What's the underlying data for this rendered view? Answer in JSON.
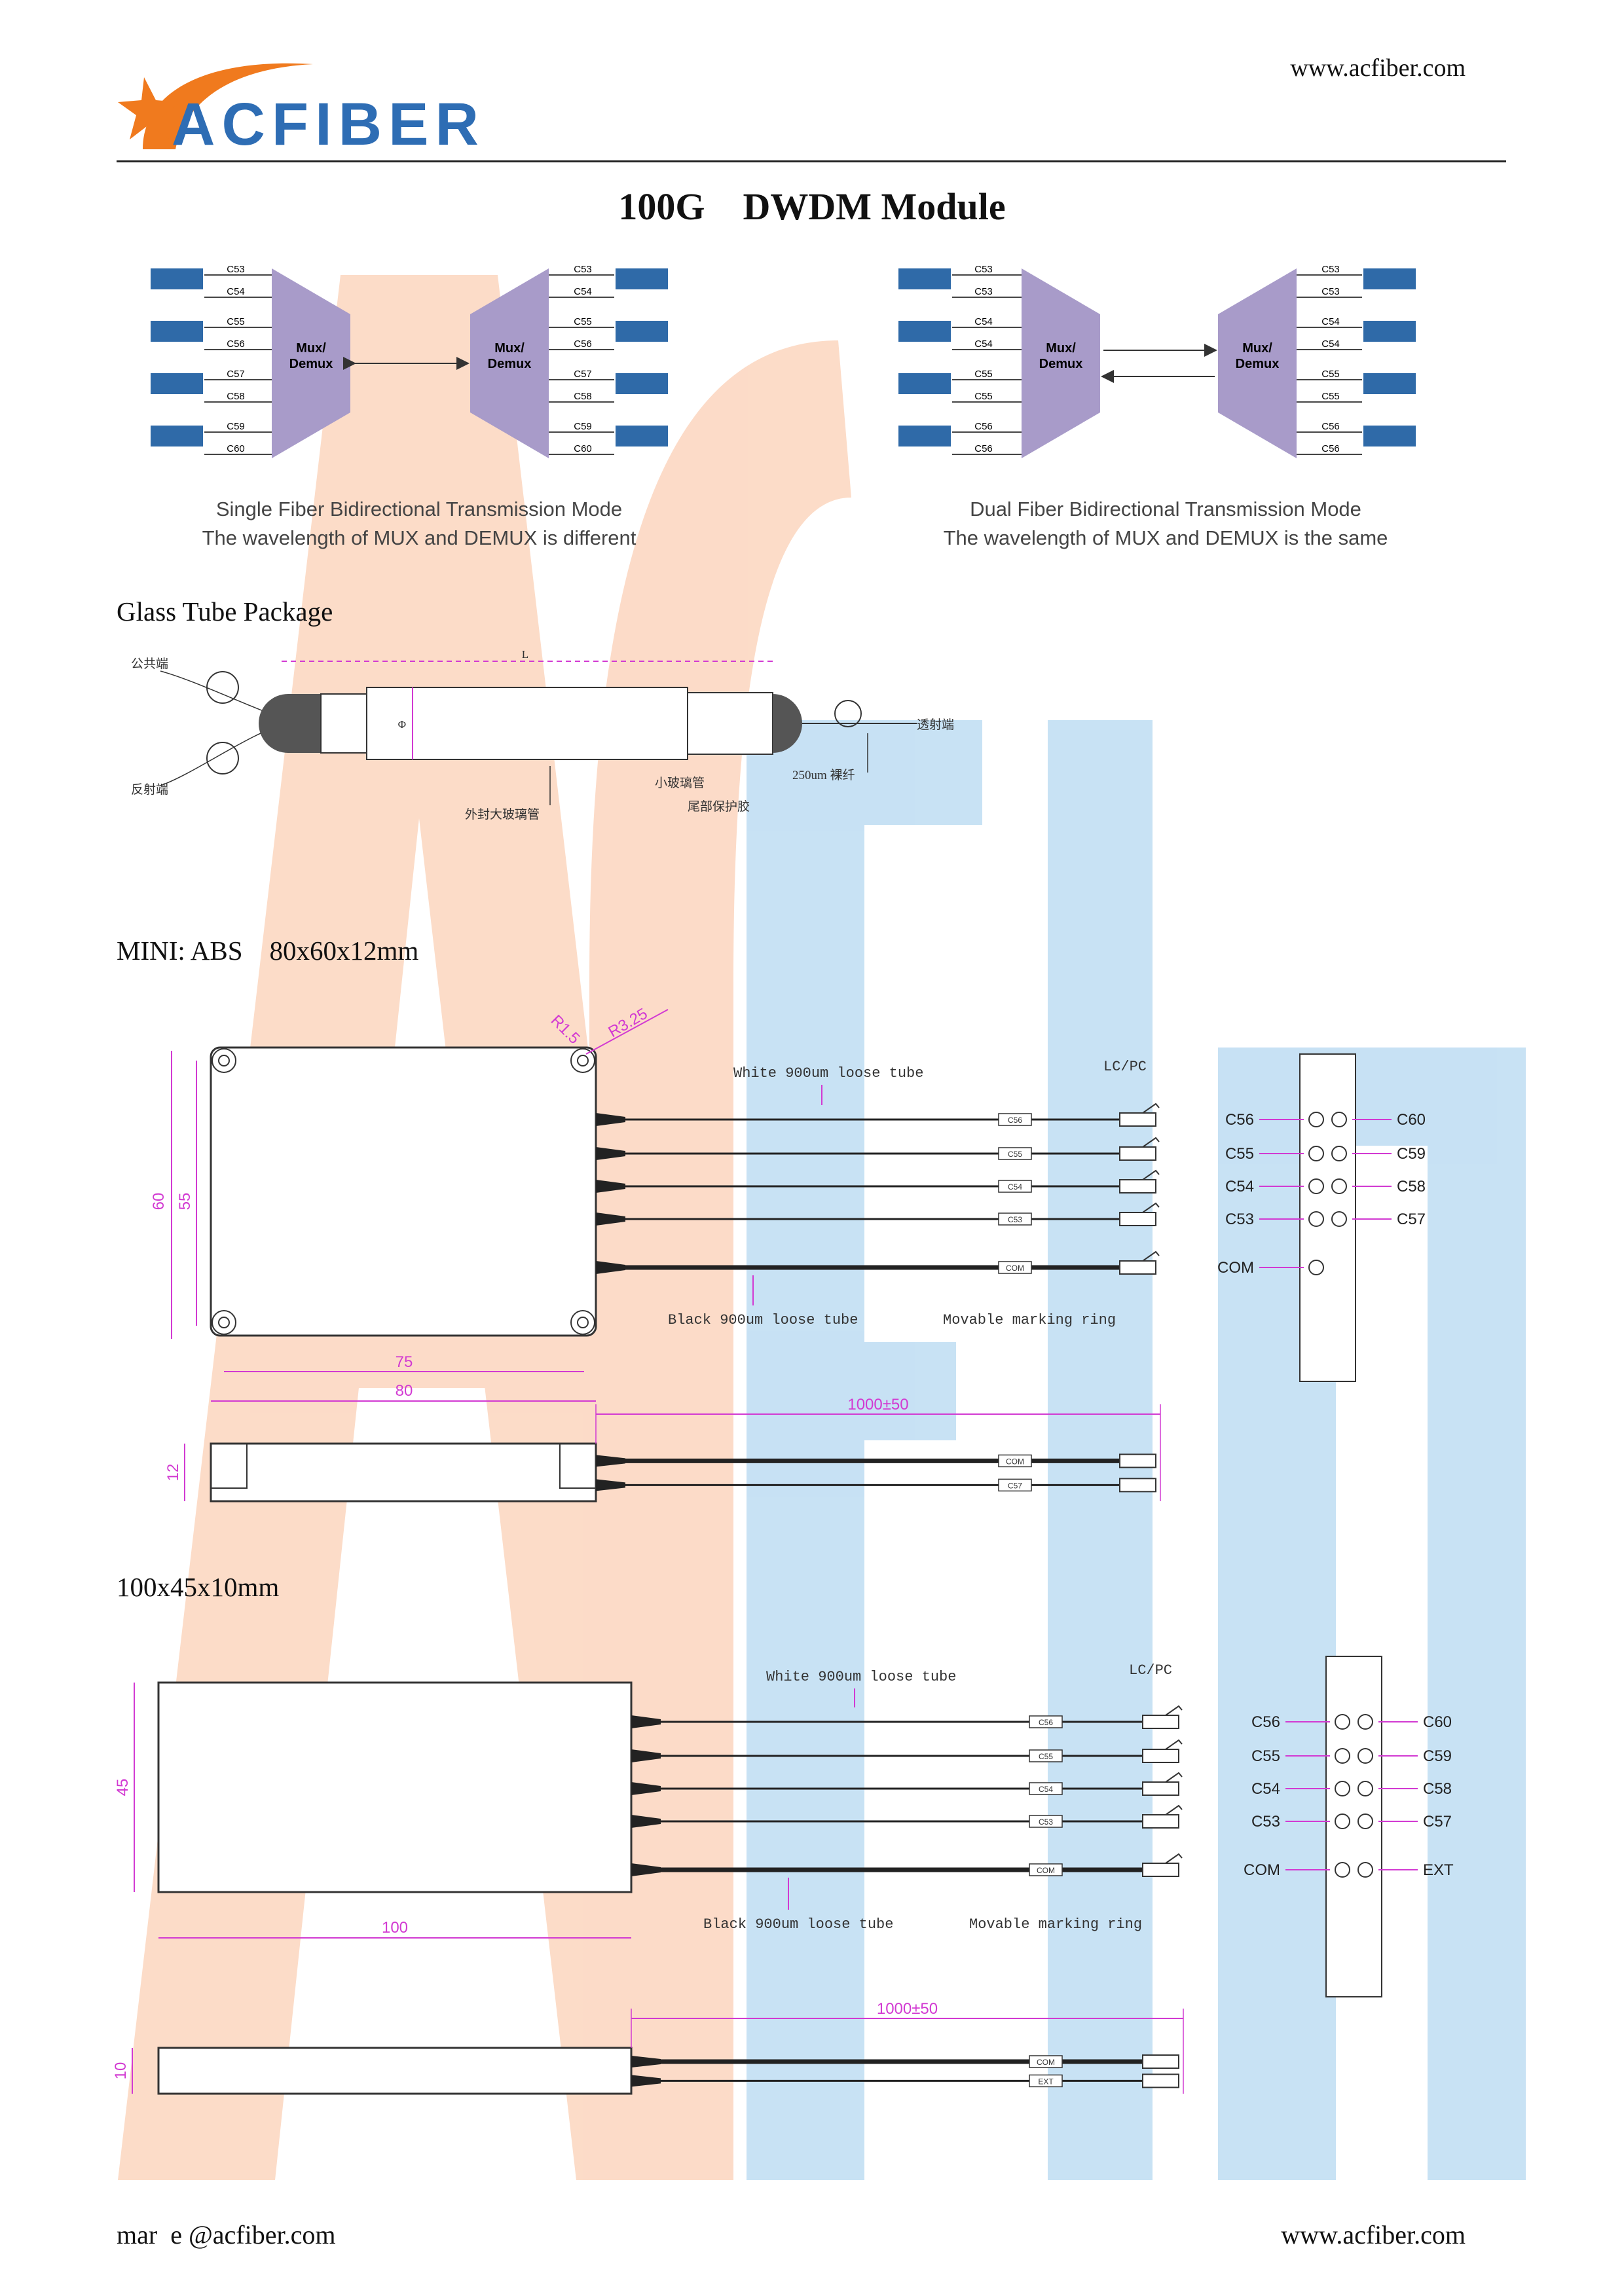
{
  "header": {
    "brand": "ACFIBER",
    "url": "www.acfiber.com"
  },
  "title": "100G    DWDM Module",
  "modes": {
    "single": {
      "caption_line1": "Single Fiber Bidirectional Transmission Mode",
      "caption_line2": "The wavelength of MUX and DEMUX is different",
      "left_channels": [
        "C53",
        "C54",
        "C55",
        "C56",
        "C57",
        "C58",
        "C59",
        "C60"
      ],
      "right_channels": [
        "C53",
        "C54",
        "C55",
        "C56",
        "C57",
        "C58",
        "C59",
        "C60"
      ],
      "mux_label_line1": "Mux/",
      "mux_label_line2": "Demux"
    },
    "dual": {
      "caption_line1": "Dual Fiber Bidirectional Transmission Mode",
      "caption_line2": "The wavelength of MUX and DEMUX is the same",
      "left_channels": [
        "C53",
        "C53",
        "C54",
        "C54",
        "C55",
        "C55",
        "C56",
        "C56"
      ],
      "right_channels": [
        "C53",
        "C53",
        "C54",
        "C54",
        "C55",
        "C55",
        "C56",
        "C56"
      ],
      "mux_label_line1": "Mux/",
      "mux_label_line2": "Demux"
    }
  },
  "glass_tube": {
    "heading": "Glass Tube Package",
    "labels": {
      "common": "公共端",
      "reflect": "反射端",
      "transmit": "透射端",
      "length": "L",
      "diameter": "Φ",
      "bare_fiber": "250um 裸纤",
      "small_tube": "小玻璃管",
      "tail_glue": "尾部保护胶",
      "outer_tube": "外封大玻璃管"
    }
  },
  "mini": {
    "heading": "MINI: ABS    80x60x12mm",
    "dims": {
      "height_outer": "60",
      "height_inner": "55",
      "width_inner": "75",
      "width_outer": "80",
      "thickness": "12",
      "fiber_len": "1000±50",
      "r_small": "R1.5",
      "r_large": "R3.25"
    },
    "labels": {
      "white_tube": "White 900um loose tube",
      "black_tube": "Black 900um loose tube",
      "marking_ring": "Movable marking ring",
      "connector": "LC/PC"
    },
    "fiber_tags": [
      "C56",
      "C55",
      "C54",
      "C53",
      "COM"
    ],
    "side_tags": [
      "COM",
      "C57"
    ],
    "port_left": [
      "C56",
      "C55",
      "C54",
      "C53",
      "COM"
    ],
    "port_right": [
      "C60",
      "C59",
      "C58",
      "C57"
    ]
  },
  "large": {
    "heading": "100x45x10mm",
    "dims": {
      "height": "45",
      "width": "100",
      "thickness": "10",
      "fiber_len": "1000±50"
    },
    "labels": {
      "white_tube": "White 900um loose tube",
      "black_tube": "Black 900um loose tube",
      "marking_ring": "Movable marking ring",
      "connector": "LC/PC"
    },
    "fiber_tags": [
      "C56",
      "C55",
      "C54",
      "C53",
      "COM"
    ],
    "side_tags": [
      "COM",
      "EXT"
    ],
    "port_left": [
      "C56",
      "C55",
      "C54",
      "C53",
      "COM"
    ],
    "port_right": [
      "C60",
      "C59",
      "C58",
      "C57",
      "EXT"
    ]
  },
  "footer": {
    "email": "mar  e @acfiber.com",
    "url": "www.acfiber.com"
  },
  "colors": {
    "brand_orange": "#f07a1e",
    "brand_blue": "#2e6db4",
    "dim_magenta": "#d23ad2",
    "mux_purple": "#a89bc9",
    "laser_blue": "#2f6aa8"
  }
}
